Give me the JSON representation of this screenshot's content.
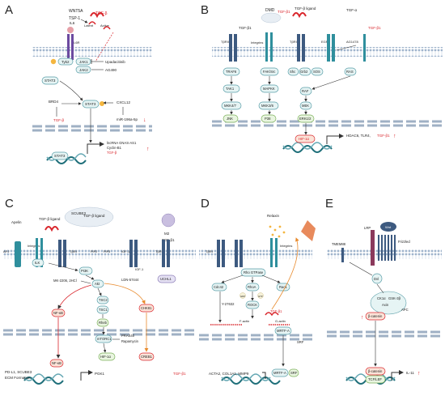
{
  "panels": {
    "A": {
      "letter": "A",
      "labels": {
        "wnt5a": "WNT5A",
        "tsp1": "TSP-1",
        "tgfb": "TGF-β",
        "latent": "Latent",
        "active": "Active",
        "il6": "IL6",
        "il6r": "IL6R",
        "tyk2": "Tyk2",
        "jak1": "JAK1",
        "jak2": "JAK2",
        "upadacitinib": "Upadacitinib",
        "ag490": "AG490",
        "stat3": "STAT3",
        "stat3_mid": "STAT3",
        "brd4": "BRD4",
        "tgfb2": "TGF-β",
        "cxcl12": "CXCL12",
        "mir": "miR-196a-5p",
        "lnc1": "lncRNA GNAS-AS1",
        "lnc2": "Cyclin-B1",
        "lnc3": "TGF-β",
        "stat3_dna": "STAT3"
      }
    },
    "B": {
      "letter": "B",
      "labels": {
        "dmd": "DMD",
        "tgfb1_dmd": "TGF-β1",
        "tgfb_ligand": "TGF-β ligand",
        "tgfa": "TGF-α",
        "tgfb1_right": "TGF-β1",
        "tbr2": "TβRII",
        "tgfb1_top": "TGF-β1",
        "integrins": "Integrins",
        "tbri": "TβRI",
        "egfr": "EGFR",
        "ag": "AG1478",
        "traf6": "TRAF6",
        "fak": "FAK/Src",
        "shc": "Shc",
        "grb2": "Grb2",
        "sos": "SOS",
        "ras": "RAS",
        "tak1": "TAK1",
        "mapkk": "MAPKK",
        "raf": "RAF",
        "mkk47": "MKK4/7",
        "mkk36": "MKK3/6",
        "mek": "MEK",
        "jnk": "JNK",
        "p38": "P38",
        "erk": "ERK1/2",
        "hdac": "HDAC6, TLR4,",
        "hdac_red": "TGF-β1",
        "hif": "HIF-1α"
      }
    },
    "C": {
      "letter": "C",
      "labels": {
        "scube3": "SCUBE3",
        "tgfb_ligand": "TGF-β ligand",
        "apelin": "Apelin",
        "tgfb_ligand2": "TGF-β ligand",
        "m2": "M2",
        "tgfb1": "TGF-β1",
        "apj": "APJ",
        "integrins": "Integrins",
        "ilk": "ILK",
        "tbri": "TβRI",
        "pip2": "PIP2",
        "pip3": "PIP3",
        "igf1r": "IGF-1R",
        "tbrii": "TβRII",
        "igf1": "IGF-1",
        "ldn": "LDN-57444",
        "uchl1": "UCHL1",
        "pi3k": "PI3K",
        "mk": "MK-2206, 2HCl",
        "akt": "Akt",
        "tsc2": "TSC2",
        "tsc1": "TSC1",
        "rheb": "Rheb",
        "mtorc1": "mTORC1",
        "pras40": "PRAS40",
        "rapa": "Rapamycin",
        "nfkb": "NF-κB",
        "chk": "CHK81",
        "hif": "HIF-1α",
        "creb": "CREB1",
        "nfkb_dna": "NF-κB",
        "pd": "PD-L1, SCUBE3",
        "ecm": "ECM Formation",
        "pgk": "PGK1",
        "tgfb_out": "TGF-β1"
      }
    },
    "D": {
      "letter": "D",
      "labels": {
        "relaxin": "Relaxin",
        "tbri": "TβRI",
        "integrins": "Integrins",
        "rho": "Rho GTPase",
        "cdc42": "Cdc42",
        "rhoa": "RhoA",
        "rac1": "Rac1",
        "gdp": "GDP",
        "gtp": "GTP",
        "y27632": "Y-27632",
        "rock": "ROCK",
        "tgfb1": "TGF-β1",
        "factin": "F-actin",
        "gactin": "G-actin",
        "mrtfa": "MRTF-A",
        "srf": "SRF",
        "mrtfa2": "MRTF-A",
        "srf2": "SRF",
        "genes": "ACTA2, COL1A1, MMP9"
      }
    },
    "E": {
      "letter": "E",
      "labels": {
        "tmem": "TMEM88",
        "lrp": "LRP",
        "wnt": "Wnt",
        "frizzled": "Frizzled",
        "dvl": "Dvl",
        "ck1": "CK1α",
        "gsk": "GSK-3β",
        "axin": "Axin",
        "apc": "APC",
        "bcat": "β-catenin",
        "bcat2": "β-catenin",
        "tcf": "TCF/LEF",
        "il11": "IL-11"
      }
    }
  },
  "colors": {
    "membrane_line": "#8ea5c2",
    "membrane_fill": "#dfe8f2",
    "receptor_dark": "#3d5a80",
    "receptor_teal": "#2f8f9d",
    "node_fill": "#e6f4f4",
    "node_stroke": "#5a9ea8",
    "green_fill": "#e9f5e0",
    "green_stroke": "#7bb05a",
    "phospho": "#f4b63f",
    "inhibitor_red": "#d9262c",
    "tgf_red": "#d9262c",
    "dna_teal": "#1f6f7a",
    "nucleus_line": "#9fb0c4"
  }
}
